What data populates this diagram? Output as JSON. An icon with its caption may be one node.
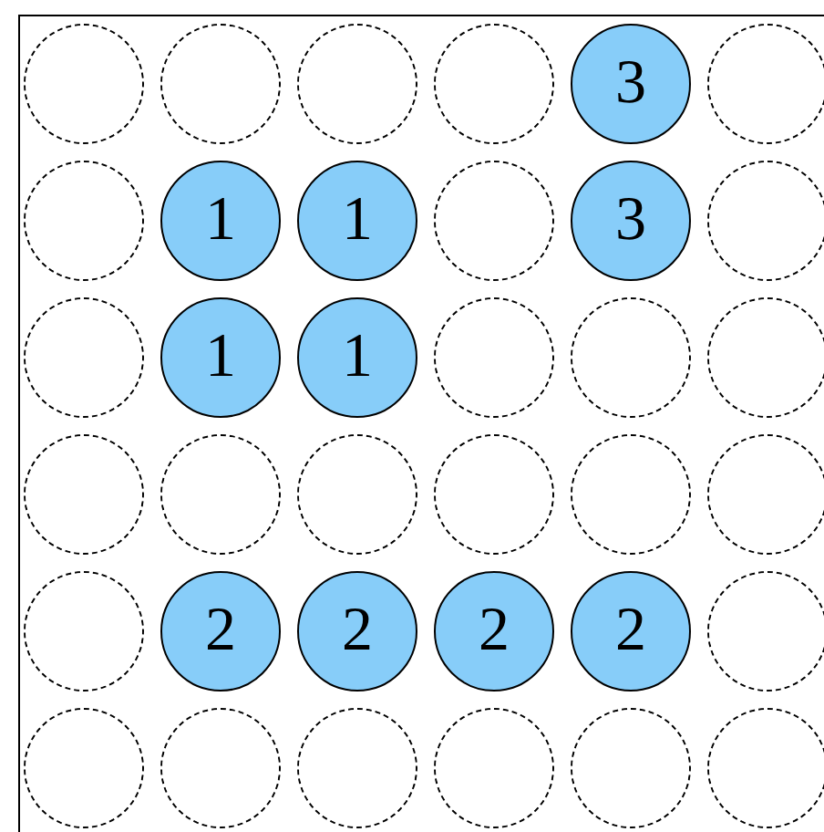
{
  "diagram": {
    "nodes": [
      {
        "text": [],
        "shape": "circle"
      },
      {
        "text": [],
        "shape": "circle"
      },
      {
        "text": [],
        "shape": "circle"
      },
      {
        "text": [],
        "shape": "circle"
      },
      {
        "text": [
          "3"
        ]
      },
      {
        "text": [],
        "shape": "circle"
      },
      {
        "text": [],
        "shape": "circle"
      },
      {
        "text": [
          "1"
        ]
      },
      {
        "text": [
          "1"
        ]
      },
      {
        "text": [],
        "shape": "circle"
      },
      {
        "text": [
          "3"
        ]
      },
      {
        "text": [],
        "shape": "circle"
      },
      {
        "text": [],
        "shape": "circle"
      },
      {
        "text": [
          "1"
        ]
      },
      {
        "text": [
          "1"
        ]
      },
      {
        "text": [],
        "shape": "circle"
      },
      {
        "text": [],
        "shape": "circle"
      },
      {
        "text": [],
        "shape": "circle"
      },
      {
        "text": [],
        "shape": "circle"
      },
      {
        "text": [],
        "shape": "circle"
      },
      {
        "text": [],
        "shape": "circle"
      },
      {
        "text": [],
        "shape": "circle"
      },
      {
        "text": [],
        "shape": "circle"
      },
      {
        "text": [],
        "shape": "circle"
      },
      {
        "text": [],
        "shape": "circle"
      },
      {
        "text": [
          "2"
        ]
      },
      {
        "text": [
          "2"
        ]
      },
      {
        "text": [
          "2"
        ]
      },
      {
        "text": [
          "2"
        ]
      },
      {
        "text": [],
        "shape": "circle"
      },
      {
        "text": [],
        "shape": "circle"
      },
      {
        "text": [],
        "shape": "circle"
      },
      {
        "text": [],
        "shape": "circle"
      },
      {
        "text": [],
        "shape": "circle"
      },
      {
        "text": [],
        "shape": "circle"
      },
      {
        "text": [],
        "shape": "circle"
      }
    ]
  }
}
